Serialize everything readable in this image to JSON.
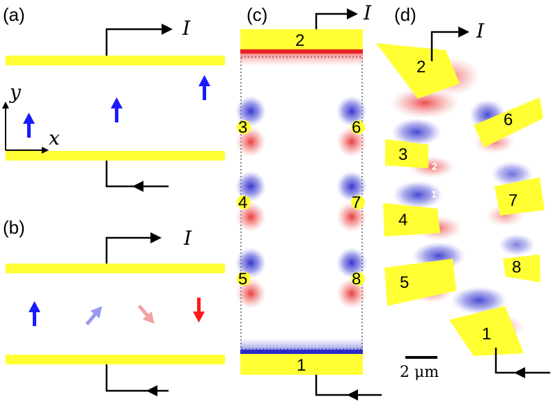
{
  "colors": {
    "electrode": "#ffff33",
    "blue": "#1a1aff",
    "light_blue": "#9999ee",
    "light_red": "#f4a0a0",
    "red": "#ff1a1a",
    "map_blue": "#2a2acc",
    "map_red": "#e82424",
    "arrow": "#000000"
  },
  "panels": {
    "a": {
      "label": "(a)",
      "current_label": "I",
      "axis_y_label": "y",
      "axis_x_label": "x",
      "magnetization": [
        "up",
        "up",
        "up"
      ]
    },
    "b": {
      "label": "(b)",
      "current_label": "I",
      "magnetization": [
        "up",
        "tilted-right",
        "tilted-down",
        "down"
      ]
    },
    "c": {
      "label": "(c)",
      "current_label": "I",
      "pads": {
        "top": "2",
        "bottom": "1"
      },
      "contacts_left": [
        "3",
        "4",
        "5"
      ],
      "contacts_right": [
        "6",
        "7",
        "8"
      ]
    },
    "d": {
      "label": "(d)",
      "current_label": "I",
      "pads": [
        "2",
        "6",
        "3",
        "7",
        "4",
        "5",
        "8",
        "1"
      ],
      "inline_markers": [
        "2",
        "1"
      ],
      "scale_bar": "2 μm"
    }
  }
}
